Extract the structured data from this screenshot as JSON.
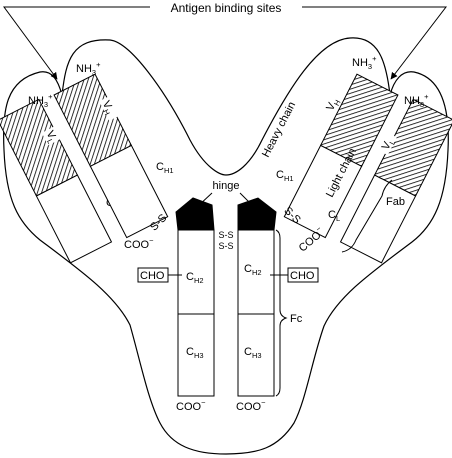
{
  "title": "Antigen binding sites",
  "labels": {
    "hinge": "hinge",
    "heavy_chain": "Heavy chain",
    "light_chain": "Light chain",
    "fab": "Fab",
    "fc": "Fc",
    "cho": "CHO",
    "coo": "COO",
    "ss": "S-S",
    "nh": "NH"
  },
  "domains": {
    "VL": "V",
    "VL_sub": "L",
    "VH": "V",
    "VH_sub": "H",
    "CL": "C",
    "CL_sub": "L",
    "CH1": "C",
    "CH1_sub": "H1",
    "CH2": "C",
    "CH2_sub": "H2",
    "CH3": "C",
    "CH3_sub": "H3"
  },
  "colors": {
    "ink": "#000000",
    "paper": "#ffffff"
  }
}
